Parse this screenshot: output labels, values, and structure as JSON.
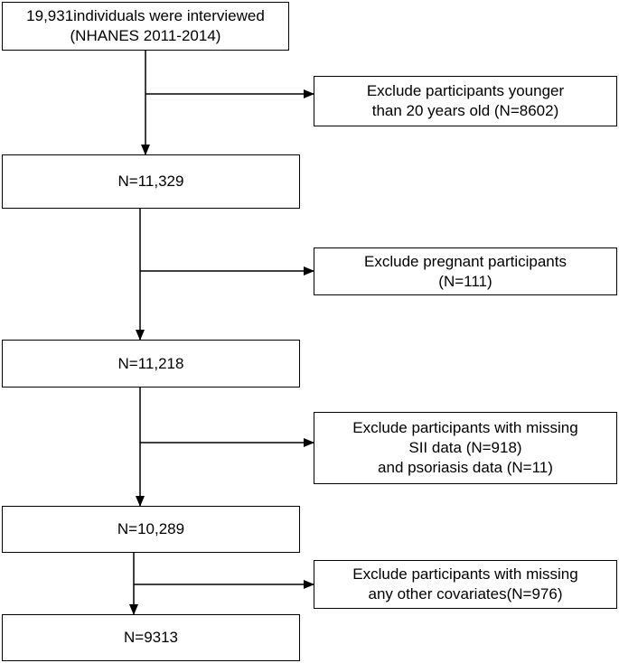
{
  "flow": {
    "step1": {
      "text": "19,931individuals were interviewed\n(NHANES 2011-2014)"
    },
    "exclusion1": {
      "text": "Exclude participants younger\nthan 20 years old (N=8602)"
    },
    "step2": {
      "text": "N=11,329"
    },
    "exclusion2": {
      "text": "Exclude pregnant participants\n(N=111)"
    },
    "step3": {
      "text": "N=11,218"
    },
    "exclusion3": {
      "text": "Exclude participants with missing\nSII data (N=918)\n  and psoriasis data (N=11)"
    },
    "step4": {
      "text": "N=10,289"
    },
    "exclusion4": {
      "text": "Exclude participants with missing\nany other covariates(N=976)"
    },
    "step5": {
      "text": "N=9313"
    }
  },
  "colors": {
    "line": "#000000",
    "box_border": "#000000",
    "background": "#ffffff"
  }
}
